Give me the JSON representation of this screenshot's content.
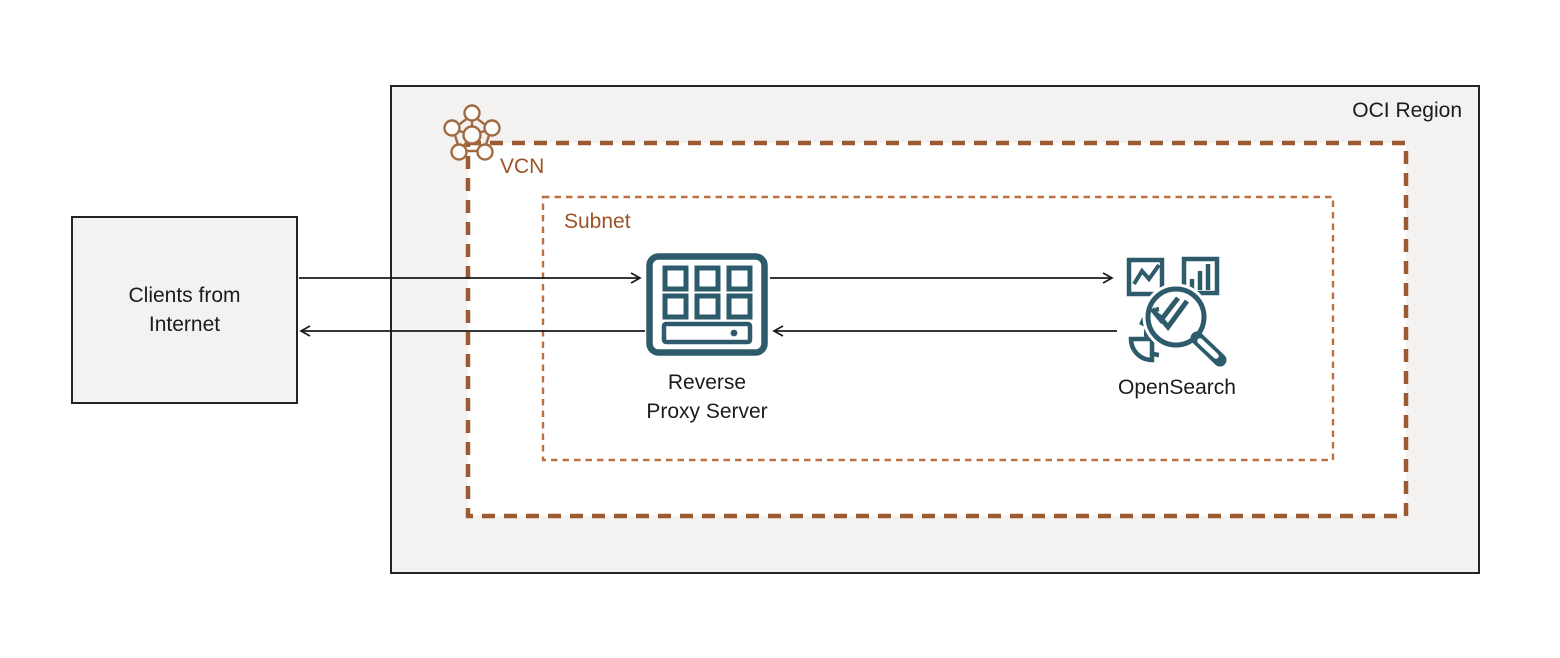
{
  "colors": {
    "container_fill": "#f3f2f0",
    "inner_fill": "#ffffff",
    "border_dark": "#242424",
    "vcn_border": "#9c5a32",
    "subnet_border": "#bd7140",
    "vcn_icon": "#a26a42",
    "label_brown": "#9d5226",
    "icon_teal": "#2d5b6c",
    "arrow_color": "#1a1a1a",
    "text_dark": "#1b1b1b"
  },
  "containers": {
    "oci_region": {
      "label": "OCI Region"
    },
    "vcn": {
      "label": "VCN",
      "icon": "vcn-network-icon"
    },
    "subnet": {
      "label": "Subnet"
    }
  },
  "nodes": {
    "clients": {
      "label_line1": "Clients from",
      "label_line2": "Internet"
    },
    "reverse_proxy": {
      "label_line1": "Reverse",
      "label_line2": "Proxy Server",
      "icon": "server-grid-icon"
    },
    "opensearch": {
      "label": "OpenSearch",
      "icon": "opensearch-magnifier-icon"
    }
  },
  "connections": [
    {
      "from": "clients",
      "to": "reverse_proxy"
    },
    {
      "from": "reverse_proxy",
      "to": "clients"
    },
    {
      "from": "reverse_proxy",
      "to": "opensearch"
    },
    {
      "from": "opensearch",
      "to": "reverse_proxy"
    }
  ]
}
